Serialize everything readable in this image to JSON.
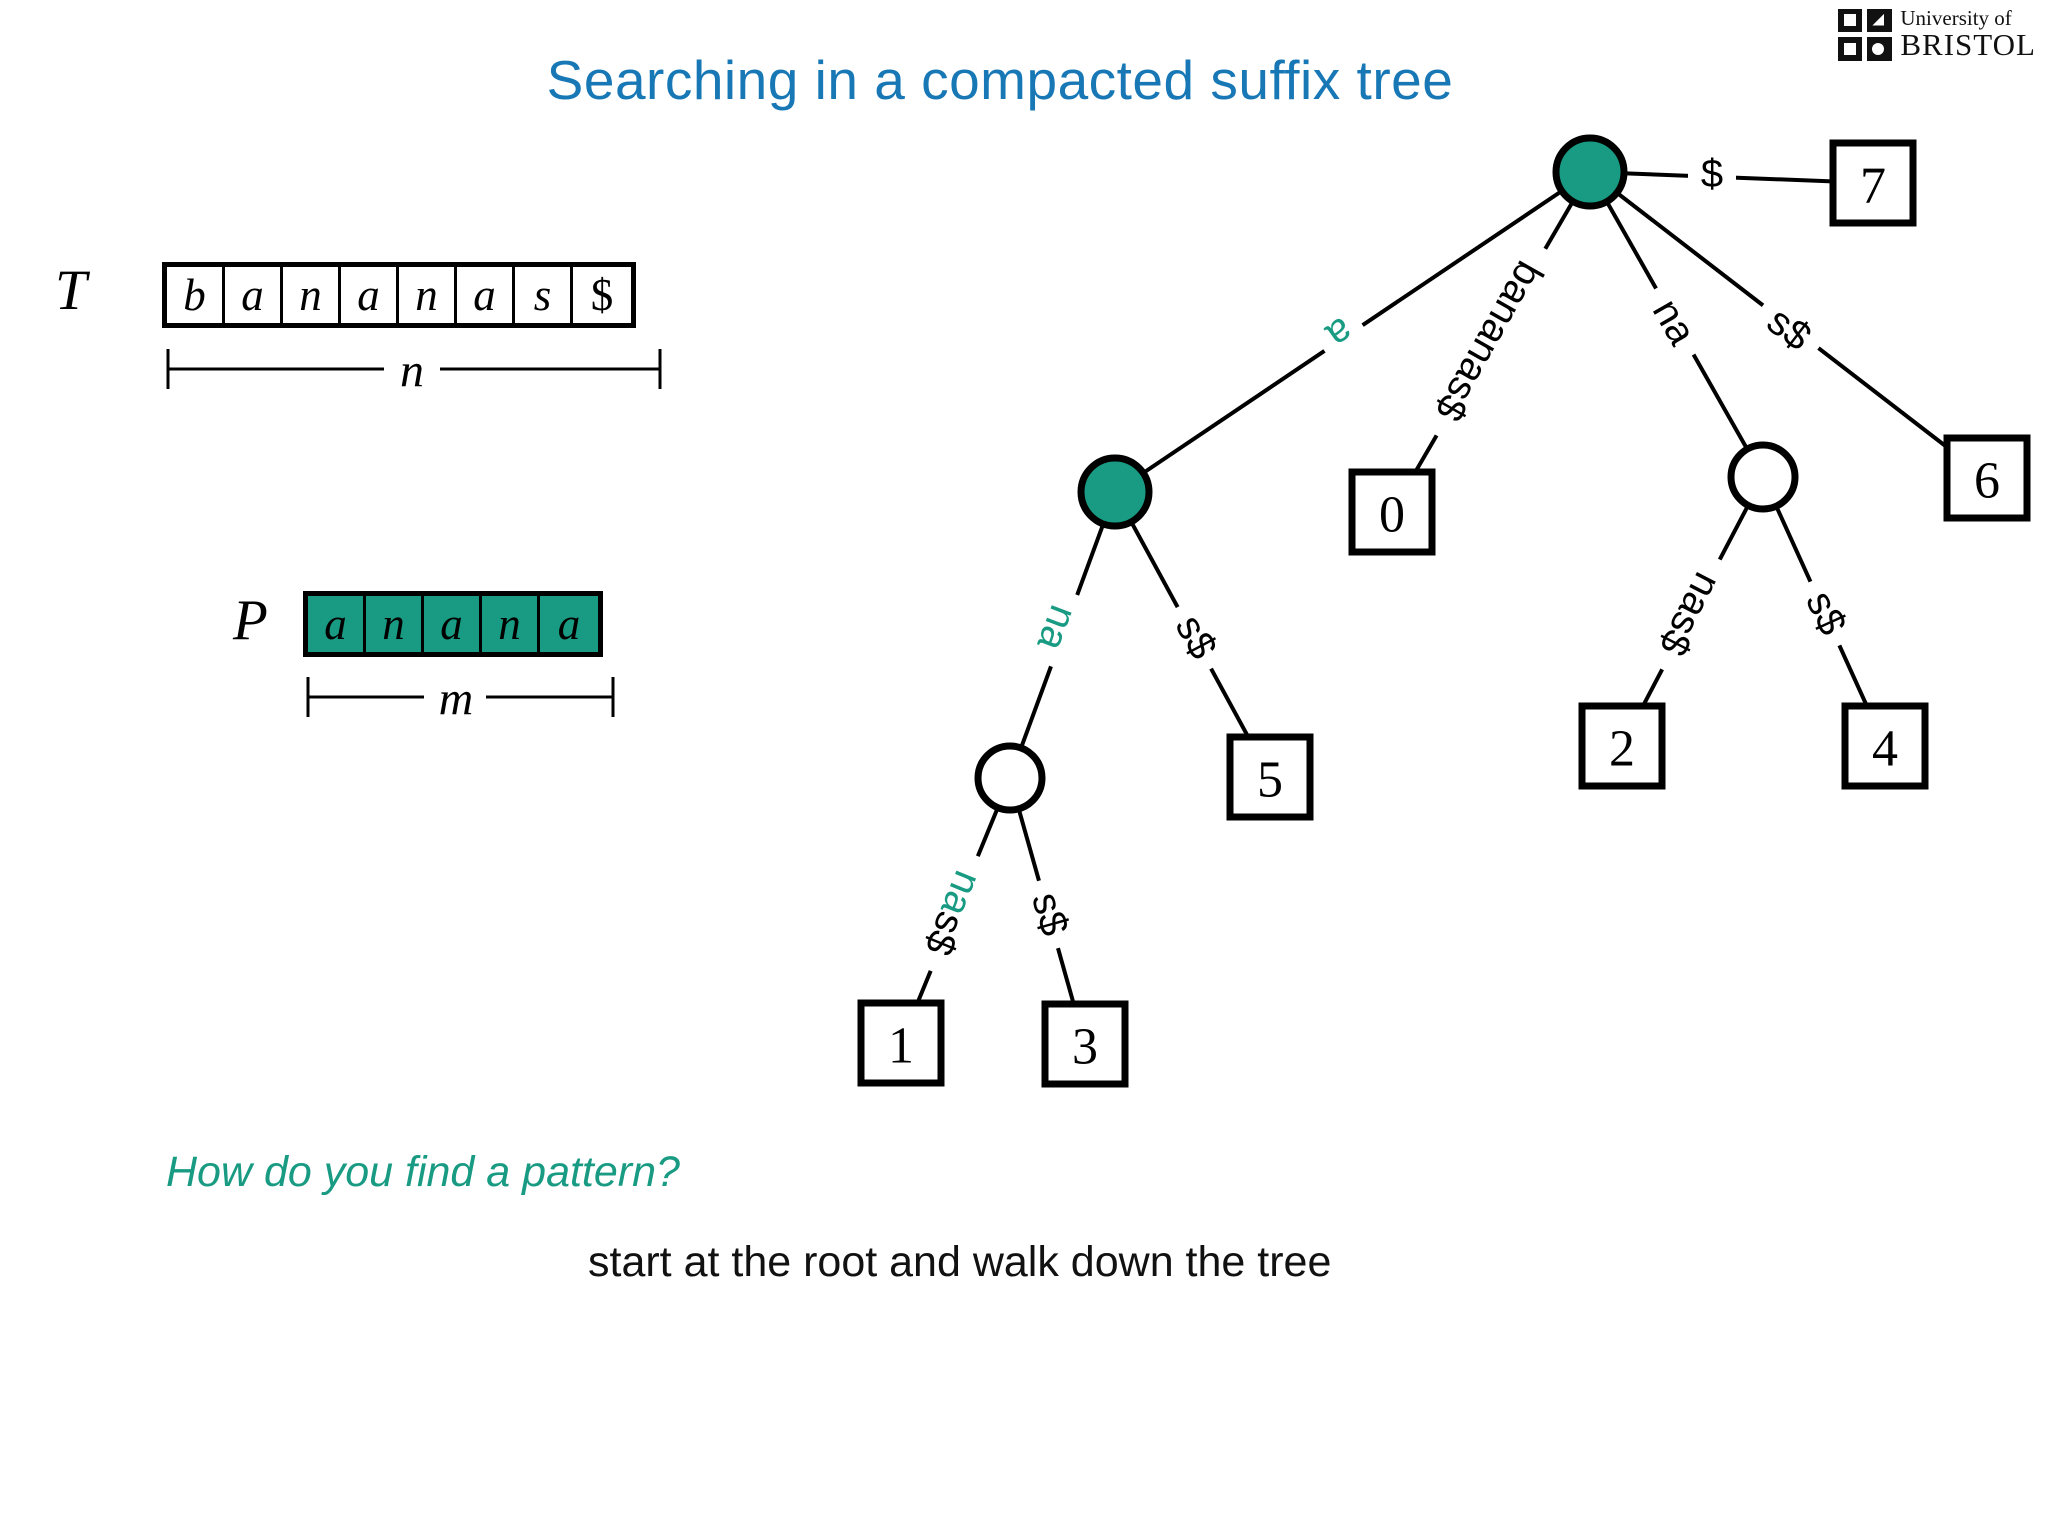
{
  "slide": {
    "title": "Searching in a compacted suffix tree",
    "question": "How do you find a pattern?",
    "answer": "start at the root and walk down the tree"
  },
  "logo": {
    "line1": "University of",
    "line2": "BRISTOL"
  },
  "colors": {
    "teal": "#189b82",
    "title_blue": "#1878b6"
  },
  "text_T": {
    "label": "T",
    "cells": [
      "b",
      "a",
      "n",
      "a",
      "n",
      "a",
      "s",
      "$"
    ],
    "length_label": "n"
  },
  "pattern_P": {
    "label": "P",
    "cells": [
      "a",
      "n",
      "a",
      "n",
      "a"
    ],
    "length_label": "m"
  },
  "tree": {
    "leaves": [
      "7",
      "0",
      "6",
      "5",
      "1",
      "3",
      "2",
      "4"
    ],
    "edge_labels": {
      "root_to_leaf7": "$",
      "root_to_a_node": "a",
      "root_to_leaf0": "bananas$",
      "root_to_na_node": "na",
      "root_to_leaf6": "s$",
      "a_node_to_ana_node": "na",
      "a_node_to_leaf5": "s$",
      "ana_node_to_leaf1_matched": "na",
      "ana_node_to_leaf1_rest": "s$",
      "ana_node_to_leaf3": "s$",
      "na_node_to_leaf2": "nas$",
      "na_node_to_leaf4": "s$"
    }
  }
}
